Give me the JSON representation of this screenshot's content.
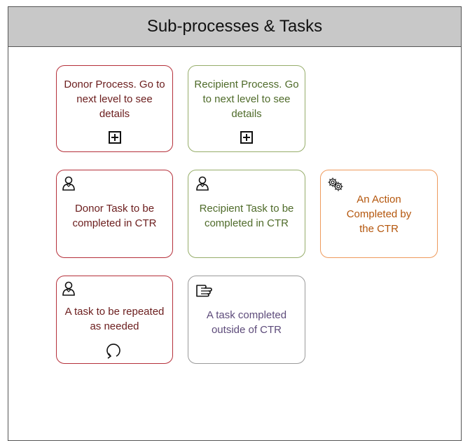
{
  "header": {
    "title": "Sub-processes & Tasks"
  },
  "cards": {
    "donor_process": {
      "text": "Donor  Process. Go to next level to see details",
      "icon": "plus-box-icon"
    },
    "recipient_process": {
      "text": "Recipient Process. Go to next level to see details",
      "icon": "plus-box-icon"
    },
    "donor_task": {
      "text": "Donor Task to be completed in CTR",
      "icon": "user-icon"
    },
    "recipient_task": {
      "text": "Recipient Task to be completed in CTR",
      "icon": "user-icon"
    },
    "ctr_action": {
      "text": "An Action Completed by the CTR",
      "icon": "gears-icon"
    },
    "repeated_task": {
      "text": "A task to be repeated as needed",
      "icon": "user-icon",
      "marker": "loop-icon"
    },
    "outside_task": {
      "text": "A task completed outside of CTR",
      "icon": "manual-task-icon"
    }
  },
  "colors": {
    "donor": "#b5303a",
    "recipient": "#96ad6a",
    "ctr": "#ee9a5c",
    "outside": "#9a9a9a",
    "header_bg": "#c8c8c8"
  }
}
